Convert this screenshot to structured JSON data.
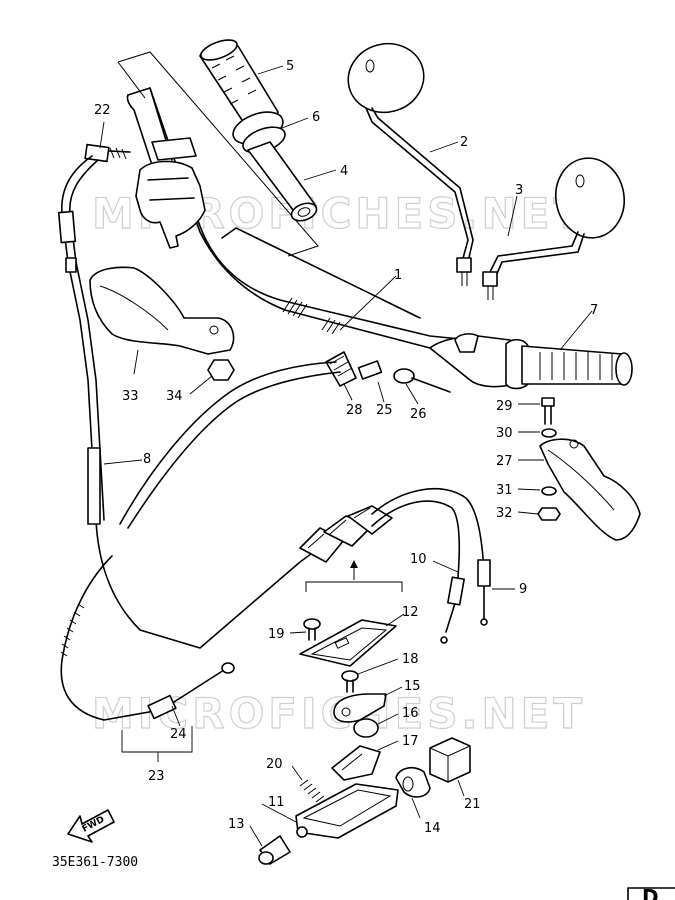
{
  "diagram": {
    "drawing_code": "35E361-7300",
    "direction_label": "FWD",
    "watermark_text": "MICROFICHES.NET",
    "corner_tab": "D",
    "callouts": [
      {
        "id": "p1",
        "label": "1"
      },
      {
        "id": "p2",
        "label": "2"
      },
      {
        "id": "p3",
        "label": "3"
      },
      {
        "id": "p4",
        "label": "4"
      },
      {
        "id": "p5",
        "label": "5"
      },
      {
        "id": "p6",
        "label": "6"
      },
      {
        "id": "p7",
        "label": "7"
      },
      {
        "id": "p8",
        "label": "8"
      },
      {
        "id": "p9",
        "label": "9"
      },
      {
        "id": "p10",
        "label": "10"
      },
      {
        "id": "p11",
        "label": "11"
      },
      {
        "id": "p12",
        "label": "12"
      },
      {
        "id": "p13",
        "label": "13"
      },
      {
        "id": "p14",
        "label": "14"
      },
      {
        "id": "p15",
        "label": "15"
      },
      {
        "id": "p16",
        "label": "16"
      },
      {
        "id": "p17",
        "label": "17"
      },
      {
        "id": "p18",
        "label": "18"
      },
      {
        "id": "p19",
        "label": "19"
      },
      {
        "id": "p20",
        "label": "20"
      },
      {
        "id": "p21",
        "label": "21"
      },
      {
        "id": "p22",
        "label": "22"
      },
      {
        "id": "p23",
        "label": "23"
      },
      {
        "id": "p24",
        "label": "24"
      },
      {
        "id": "p25",
        "label": "25"
      },
      {
        "id": "p26",
        "label": "26"
      },
      {
        "id": "p27",
        "label": "27"
      },
      {
        "id": "p28",
        "label": "28"
      },
      {
        "id": "p29",
        "label": "29"
      },
      {
        "id": "p30",
        "label": "30"
      },
      {
        "id": "p31",
        "label": "31"
      },
      {
        "id": "p32",
        "label": "32"
      },
      {
        "id": "p33",
        "label": "33"
      },
      {
        "id": "p34",
        "label": "34"
      }
    ]
  }
}
